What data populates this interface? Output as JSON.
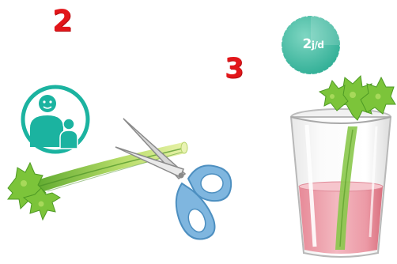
{
  "steps": [
    {
      "number": "2",
      "icon": "parent-child-supervision-icon",
      "tool": "scissors-icon"
    },
    {
      "number": "3",
      "timer": {
        "value": "2",
        "unit": "j/d"
      },
      "object": "glass-of-colored-water"
    }
  ],
  "colors": {
    "step_number": "#e2161a",
    "teal_badge": "#1bb3a0",
    "timer_badge": "#4bc0a6",
    "celery_green": "#7cc43a",
    "scissors_blue": "#7fb6df",
    "water_pink": "#e8909c"
  }
}
